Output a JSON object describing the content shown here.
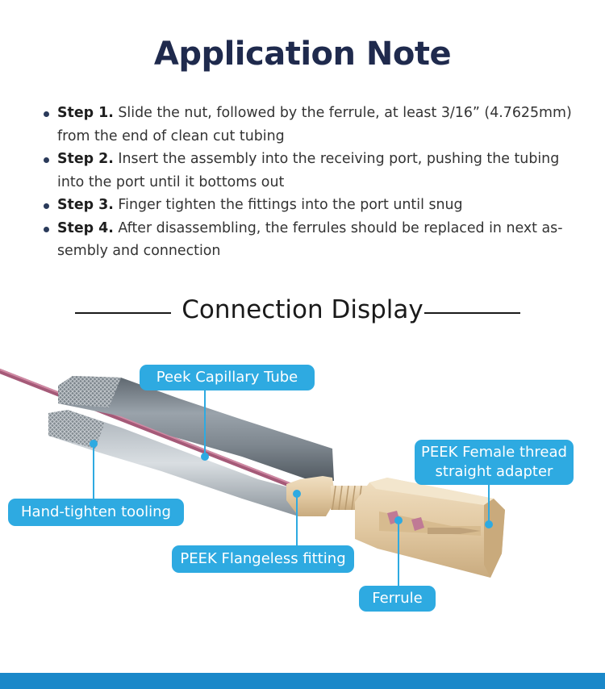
{
  "title": "Application Note",
  "steps": [
    {
      "label": "Step 1.",
      "text": "Slide the nut, followed by the ferrule, at least 3/16” (4.7625mm) from the end of clean cut tubing"
    },
    {
      "label": "Step 2.",
      "text": "Insert the assembly into the receiving port, pushing the tubing into the port until it bottoms out"
    },
    {
      "label": "Step 3.",
      "text": "Finger tighten the fittings into the port until snug"
    },
    {
      "label": "Step 4.",
      "text": "After disassembling, the ferrules should be replaced in next as-sembly and connection"
    }
  ],
  "section_title": "Connection Display",
  "callouts": {
    "capillary": "Peek Capillary Tube",
    "adapter_line1": "PEEK Female thread",
    "adapter_line2": "straight adapter",
    "tooling": "Hand-tighten tooling",
    "fitting": "PEEK Flangeless fitting",
    "ferrule": "Ferrule"
  },
  "colors": {
    "title": "#1f2a4d",
    "callout": "#2eaae1",
    "footer": "#1a88c9",
    "tube": "#c07a95",
    "fitting_peek": "#e1c9a4",
    "tool_grey": "#7d878f"
  }
}
